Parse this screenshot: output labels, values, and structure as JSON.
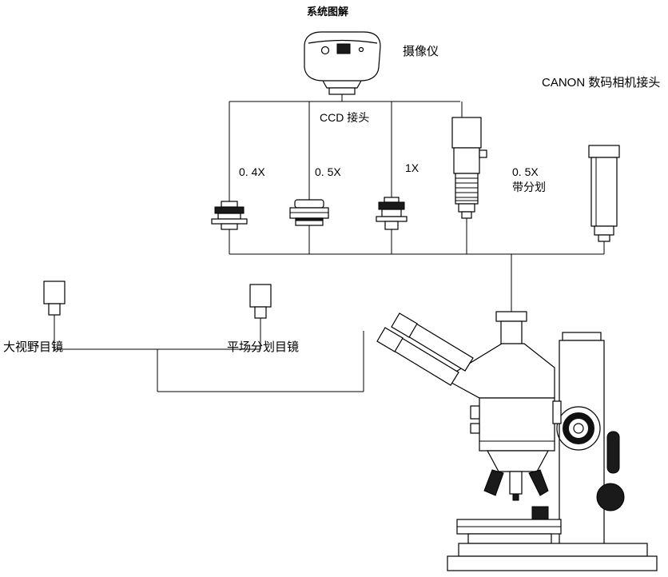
{
  "page": {
    "title": "系统图解",
    "background_color": "#ffffff",
    "line_color": "#000000"
  },
  "labels": {
    "camera": "摄像仪",
    "canon_adapter": "CANON 数码相机接头",
    "ccd_mount": "CCD 接头",
    "adapter_04x": "0. 4X",
    "adapter_05x": "0. 5X",
    "adapter_1x": "1X",
    "adapter_05x_reticle_line1": "0. 5X",
    "adapter_05x_reticle_line2": "带分划",
    "eyepiece_wide_field": "大视野目镜",
    "eyepiece_plan_reticle": "平场分划目镜"
  }
}
